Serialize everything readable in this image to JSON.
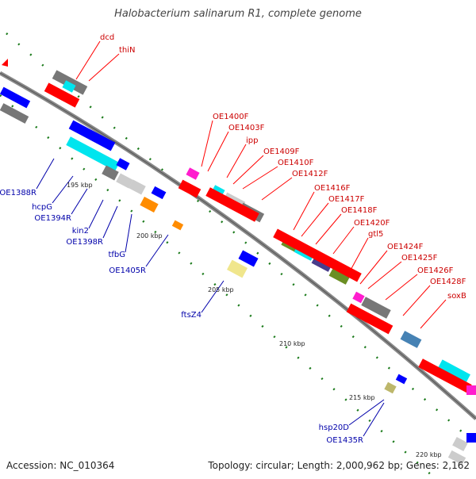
{
  "header": {
    "title": "Halobacterium salinarum R1, complete genome"
  },
  "footer": {
    "accession": "Accession: NC_010364",
    "topology": "Topology: circular; Length: 2,000,962 bp; Genes: 2,162"
  },
  "scale_labels": [
    "195 kbp",
    "200 kbp",
    "205 kbp",
    "210 kbp",
    "215 kbp",
    "220 kbp"
  ],
  "forward_labels": [
    "dcd",
    "thiN",
    "OE1400F",
    "OE1403F",
    "ipp",
    "OE1409F",
    "OE1410F",
    "OE1412F",
    "OE1416F",
    "OE1417F",
    "OE1418F",
    "OE1420F",
    "gtl5",
    "OE1424F",
    "OE1425F",
    "OE1426F",
    "OE1428F",
    "soxB"
  ],
  "reverse_labels": [
    "OE1388R",
    "hcpG",
    "OE1394R",
    "kin2",
    "OE1398R",
    "tfbG",
    "OE1405R",
    "ftsZ4",
    "hsp20D",
    "OE1435R"
  ],
  "colors": {
    "forward": "#ff0000",
    "reverse": "#0000ff",
    "label_forward": "#cc0000",
    "label_reverse": "#0000aa",
    "backbone": "#888888",
    "tick": "#1a7a1a",
    "gray": "#777777",
    "light_gray": "#cccccc",
    "cyan": "#00e5ee",
    "orange": "#ff8c00",
    "magenta": "#ff1dce",
    "olive": "#6b8e23",
    "khaki": "#f0e68c",
    "steel": "#4682b4",
    "navy": "#483d8b"
  }
}
